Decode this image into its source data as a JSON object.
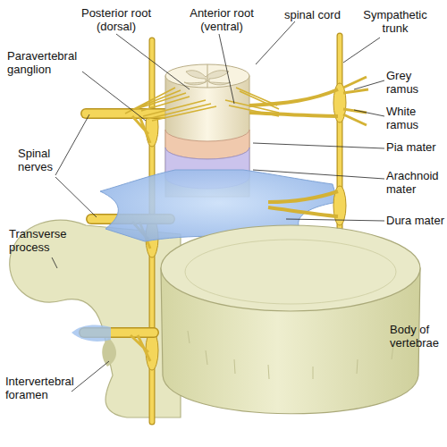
{
  "diagram": {
    "labels": [
      "Posterior root (dorsal)",
      "Anterior root (ventral)",
      "spinal cord",
      "Sympathetic trunk",
      "Paravertebral ganglion",
      "Grey ramus",
      "White ramus",
      "Pia mater",
      "Spinal nerves",
      "Arachnoid mater",
      "Dura mater",
      "Transverse process",
      "Body of vertebrae",
      "Intervertebral foramen"
    ]
  }
}
